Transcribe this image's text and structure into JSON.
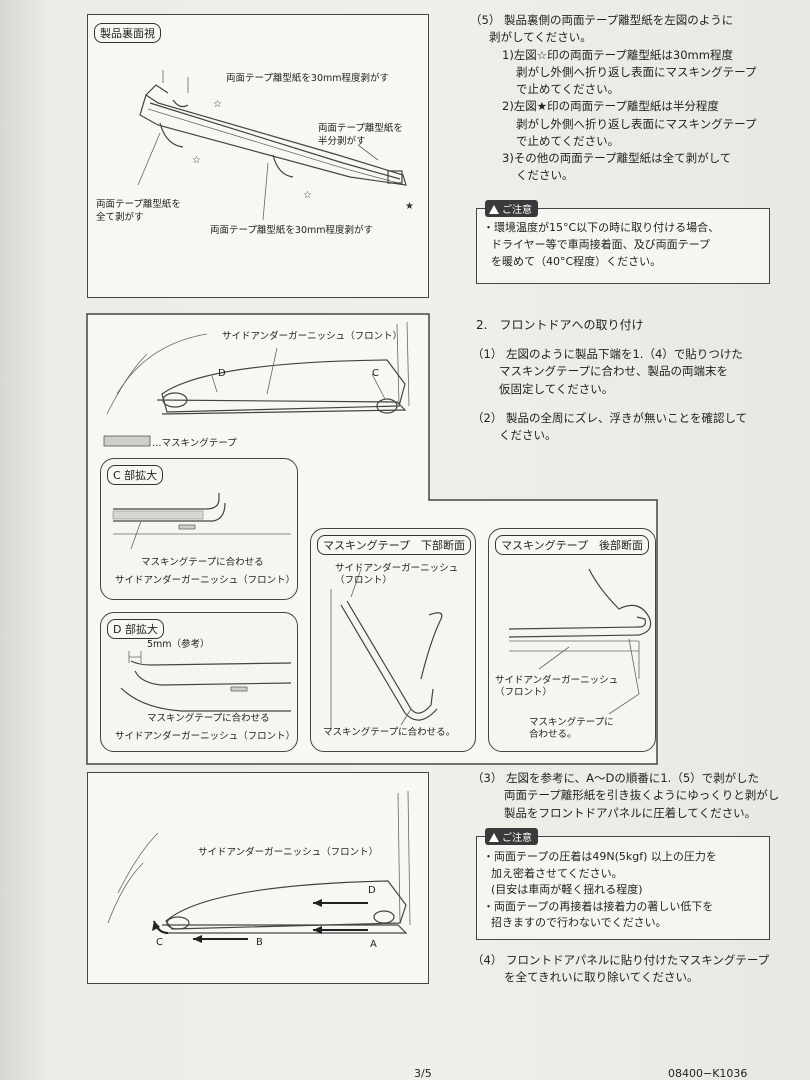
{
  "fig1": {
    "tag": "製品裏面視",
    "label_top": "両面テープ離型紙を30mm程度剥がす",
    "label_right_1": "両面テープ離型紙を",
    "label_right_2": "半分剥がす",
    "label_left_1": "両面テープ離型紙を",
    "label_left_2": "全て剥がす",
    "label_bottom": "両面テープ離型紙を30mm程度剥がす"
  },
  "step5": {
    "head": "（5） 製品裏側の両面テープ離型紙を左図のように",
    "head2": "剥がしてください。",
    "s1a": "1)左図☆印の両面テープ離型紙は30mm程度",
    "s1b": "剥がし外側へ折り返し表面にマスキングテープ",
    "s1c": "で止めてください。",
    "s2a": "2)左図★印の両面テープ離型紙は半分程度",
    "s2b": "剥がし外側へ折り返し表面にマスキングテープ",
    "s2c": "で止めてください。",
    "s3a": "3)その他の両面テープ離型紙は全て剥がして",
    "s3b": "ください。"
  },
  "caution1": {
    "tag": "ご注意",
    "l1": "・環境温度が15°C以下の時に取り付ける場合、",
    "l2": "ドライヤー等で車両接着面、及び両面テープ",
    "l3": "を暖めて（40°C程度）ください。"
  },
  "section2": {
    "title": "2.　フロントドアへの取り付け",
    "p1a": "（1） 左図のように製品下端を1.（4）で貼りつけた",
    "p1b": "マスキングテープに合わせ、製品の両端末を",
    "p1c": "仮固定してください。",
    "p2a": "（2） 製品の全周にズレ、浮きが無いことを確認して",
    "p2b": "ください。"
  },
  "fig2": {
    "title_label": "サイドアンダーガーニッシュ（フロント）",
    "mark_c": "C",
    "mark_d": "D",
    "legend": "…マスキングテープ",
    "c_tag": "C 部拡大",
    "c_l1": "マスキングテープに合わせる",
    "c_l2": "サイドアンダーガーニッシュ（フロント）",
    "d_tag": "D 部拡大",
    "d_ref": "5mm（参考）",
    "d_l1": "マスキングテープに合わせる",
    "d_l2": "サイドアンダーガーニッシュ（フロント）",
    "lower_tag": "マスキングテープ　下部断面",
    "lower_l1": "サイドアンダーガーニッシュ",
    "lower_l2": "（フロント）",
    "lower_l3": "マスキングテープに合わせる。",
    "rear_tag": "マスキングテープ　後部断面",
    "rear_l1": "サイドアンダーガーニッシュ",
    "rear_l2": "（フロント）",
    "rear_l3": "マスキングテープに",
    "rear_l4": "合わせる。"
  },
  "step3": {
    "a": "（3） 左図を参考に、A～Dの順番に1.（5）で剥がした",
    "b": "両面テープ離形紙を引き抜くようにゆっくりと剥がし",
    "c": "製品をフロントドアパネルに圧着してください。"
  },
  "caution2": {
    "tag": "ご注意",
    "l1": "・両面テープの圧着は49N(5kgf) 以上の圧力を",
    "l2": "加え密着させてください。",
    "l3": "(目安は車両が軽く揺れる程度)",
    "l4": "・両面テープの再接着は接着力の著しい低下を",
    "l5": "招きますので行わないでください。"
  },
  "step4": {
    "a": "（4） フロントドアパネルに貼り付けたマスキングテープ",
    "b": "を全てきれいに取り除いてください。"
  },
  "fig3": {
    "label": "サイドアンダーガーニッシュ（フロント）",
    "a": "A",
    "b": "B",
    "c": "C",
    "d": "D"
  },
  "footer": {
    "page": "3/5",
    "code": "08400−K1036"
  }
}
